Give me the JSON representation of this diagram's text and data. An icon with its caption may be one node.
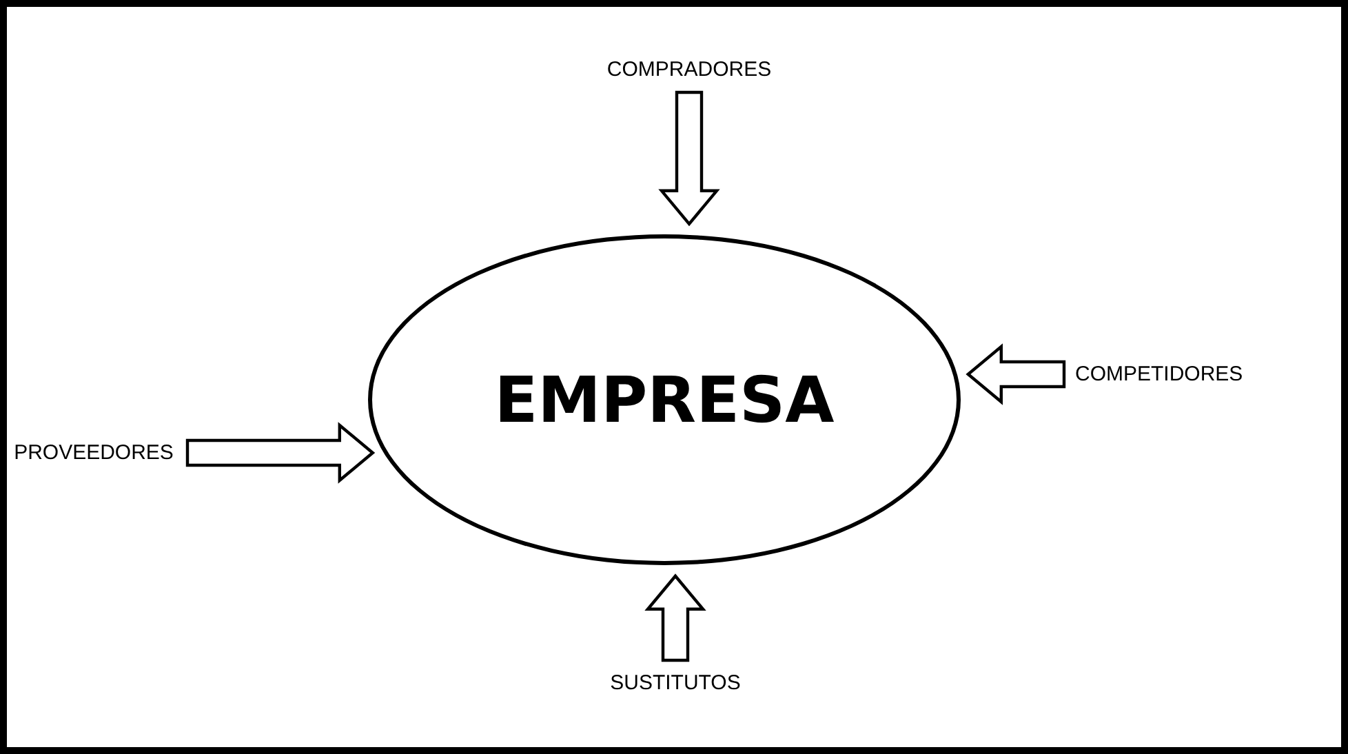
{
  "diagram": {
    "nodes": [
      {
        "text": [
          "COMPRADORES"
        ]
      },
      {
        "text": [
          "EMPRESA"
        ]
      },
      {
        "text": [
          "COMPETIDORES"
        ]
      },
      {
        "text": [
          "PROVEEDORES"
        ]
      },
      {
        "text": [
          "SUSTITUTOS"
        ]
      }
    ],
    "edges": [
      {
        "from": 0,
        "to": 1,
        "arrow": "to"
      },
      {
        "from": 2,
        "to": 1,
        "arrow": "to"
      },
      {
        "from": 3,
        "to": 1,
        "arrow": "to"
      },
      {
        "from": 4,
        "to": 1,
        "arrow": "to"
      }
    ]
  }
}
